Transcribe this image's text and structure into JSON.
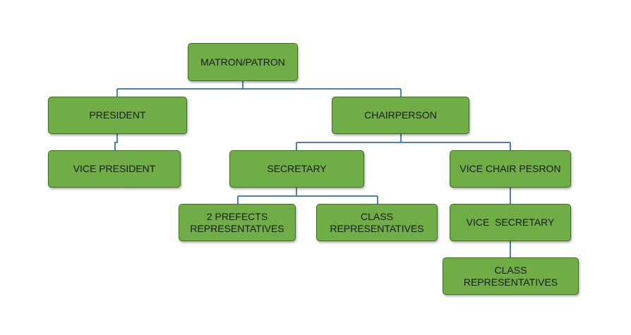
{
  "org_chart": {
    "nodes": {
      "matron_patron": "MATRON/PATRON",
      "president": "PRESIDENT",
      "chairperson": "CHAIRPERSON",
      "vice_president": "VICE PRESIDENT",
      "secretary": "SECRETARY",
      "vice_chair": "VICE CHAIR PESRON",
      "prefects_reps": "2 PREFECTS\nREPRESENTATIVES",
      "class_reps": "CLASS\nREPRESENTATIVES",
      "vice_secretary": "VICE  SECRETARY",
      "class_reps_2": "CLASS REPRESENTATIVES"
    },
    "colors": {
      "box_fill": "#70ad47",
      "box_border": "#3f6f22",
      "connector": "#4a7fc1"
    }
  }
}
